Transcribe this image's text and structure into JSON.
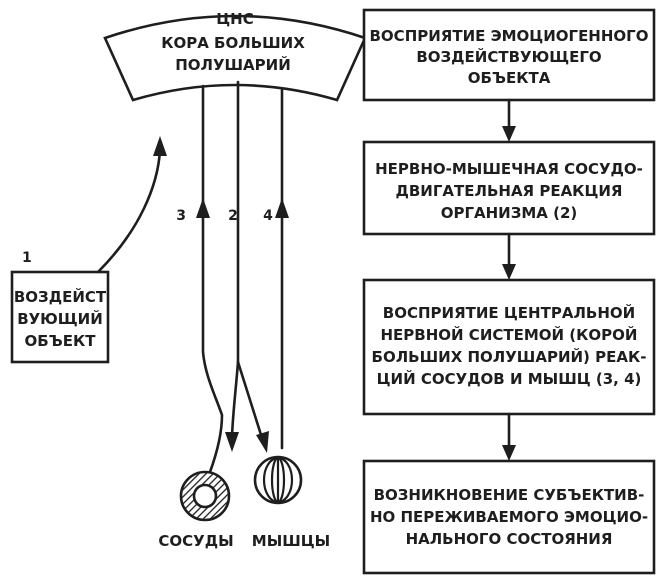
{
  "cns": {
    "title": "ЦНС",
    "line1": "КОРА БОЛЬШИХ",
    "line2": "ПОЛУШАРИЙ"
  },
  "object_box": {
    "number": "1",
    "lines": [
      "ВОЗДЕЙСТ",
      "ВУЮЩИЙ",
      "ОБЪЕКТ"
    ]
  },
  "path_labels": {
    "p3": "3",
    "p2": "2",
    "p4": "4"
  },
  "targets": {
    "vessels": "СОСУДЫ",
    "muscles": "МЫШЦЫ"
  },
  "steps": [
    {
      "lines": [
        "ВОСПРИЯТИЕ ЭМОЦИОГЕННОГО",
        "ВОЗДЕЙСТВУЮЩЕГО",
        "ОБЪЕКТА"
      ]
    },
    {
      "lines": [
        "НЕРВНО-МЫШЕЧНАЯ СОСУДО-",
        "ДВИГАТЕЛЬНАЯ РЕАКЦИЯ",
        "ОРГАНИЗМА (2)"
      ]
    },
    {
      "lines": [
        "ВОСПРИЯТИЕ ЦЕНТРАЛЬНОЙ",
        "НЕРВНОЙ СИСТЕМОЙ (КОРОЙ",
        "БОЛЬШИХ ПОЛУШАРИЙ) РЕАК-",
        "ЦИЙ СОСУДОВ И МЫШЦ (3, 4)"
      ]
    },
    {
      "lines": [
        "ВОЗНИКНОВЕНИЕ СУБЪЕКТИВ-",
        "НО ПЕРЕЖИВАЕМОГО ЭМОЦИО-",
        "НАЛЬНОГО СОСТОЯНИЯ"
      ]
    }
  ]
}
